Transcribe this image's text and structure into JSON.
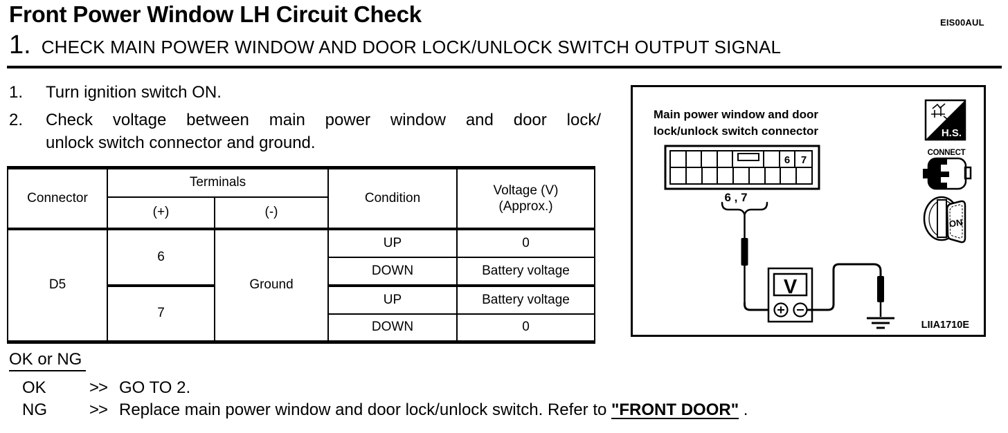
{
  "page": {
    "title": "Front Power Window LH Circuit Check",
    "code": "EIS00AUL",
    "step_number": "1.",
    "step_title": "CHECK MAIN POWER WINDOW AND DOOR LOCK/UNLOCK SWITCH OUTPUT SIGNAL"
  },
  "instructions": [
    {
      "num": "1.",
      "text": "Turn ignition switch ON."
    },
    {
      "num": "2.",
      "line1": "Check voltage between main power window and door lock/",
      "line2": "unlock switch connector and ground."
    }
  ],
  "table": {
    "headers": {
      "connector": "Connector",
      "terminals": "Terminals",
      "plus": "(+)",
      "minus": "(-)",
      "condition": "Condition",
      "voltage_line1": "Voltage (V)",
      "voltage_line2": "(Approx.)"
    },
    "connector": "D5",
    "minus_value": "Ground",
    "groups": [
      {
        "plus": "6",
        "rows": [
          {
            "condition": "UP",
            "voltage": "0"
          },
          {
            "condition": "DOWN",
            "voltage": "Battery voltage"
          }
        ]
      },
      {
        "plus": "7",
        "rows": [
          {
            "condition": "UP",
            "voltage": "Battery voltage"
          },
          {
            "condition": "DOWN",
            "voltage": "0"
          }
        ]
      }
    ]
  },
  "result": {
    "heading": "OK or NG",
    "items": [
      {
        "label": "OK",
        "arrow": ">>",
        "text": "GO TO 2.",
        "link": "",
        "suffix": ""
      },
      {
        "label": "NG",
        "arrow": ">>",
        "text": "Replace main power window and door lock/unlock switch. Refer to ",
        "link": "\"FRONT DOOR\"",
        "suffix": " ."
      }
    ]
  },
  "diagram": {
    "label_line1": "Main power window and door",
    "label_line2": "lock/unlock switch connector",
    "pin6": "6",
    "pin7": "7",
    "brace_label": "6 , 7",
    "hs_label": "H.S.",
    "connect_label": "CONNECT",
    "ignition_label": "ON",
    "meter_label": "V",
    "figure_code": "LIIA1710E"
  }
}
